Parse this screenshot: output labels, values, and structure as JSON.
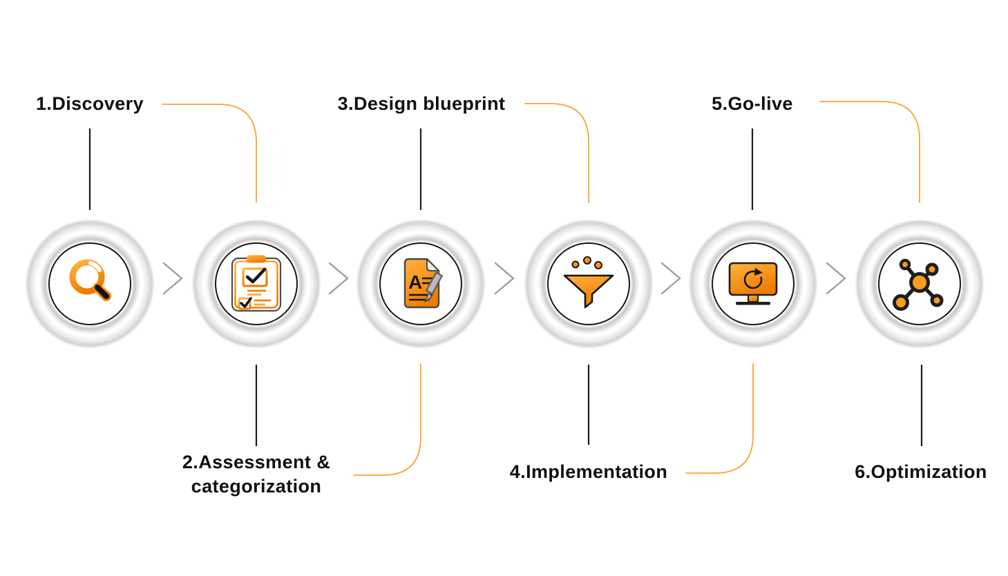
{
  "diagram": {
    "type": "process-flow-6-steps",
    "background": "#ffffff",
    "colors": {
      "accent_orange": "#F59A23",
      "icon_gradient_start": "#FFB341",
      "icon_gradient_end": "#EF7D00",
      "connector_black": "#1c1c1c",
      "connector_orange": "#F7A432",
      "chevron_gray": "#9E9E9E",
      "ring_gray": "#D3D3D3",
      "label_text": "#101010"
    },
    "steps": [
      {
        "number": "1",
        "label": "1.Discovery",
        "icon": "magnifier",
        "label_position": "top"
      },
      {
        "number": "2",
        "label": "2.Assessment & categorization",
        "icon": "clipboard-checklist",
        "label_position": "bottom"
      },
      {
        "number": "3",
        "label": "3.Design blueprint",
        "icon": "document-edit",
        "icon_letter": "A",
        "label_position": "top"
      },
      {
        "number": "4",
        "label": "4.Implementation",
        "icon": "funnel",
        "label_position": "bottom"
      },
      {
        "number": "5",
        "label": "5.Go-live",
        "icon": "monitor-refresh",
        "label_position": "top"
      },
      {
        "number": "6",
        "label": "6.Optimization",
        "icon": "network-nodes",
        "label_position": "bottom"
      }
    ]
  }
}
